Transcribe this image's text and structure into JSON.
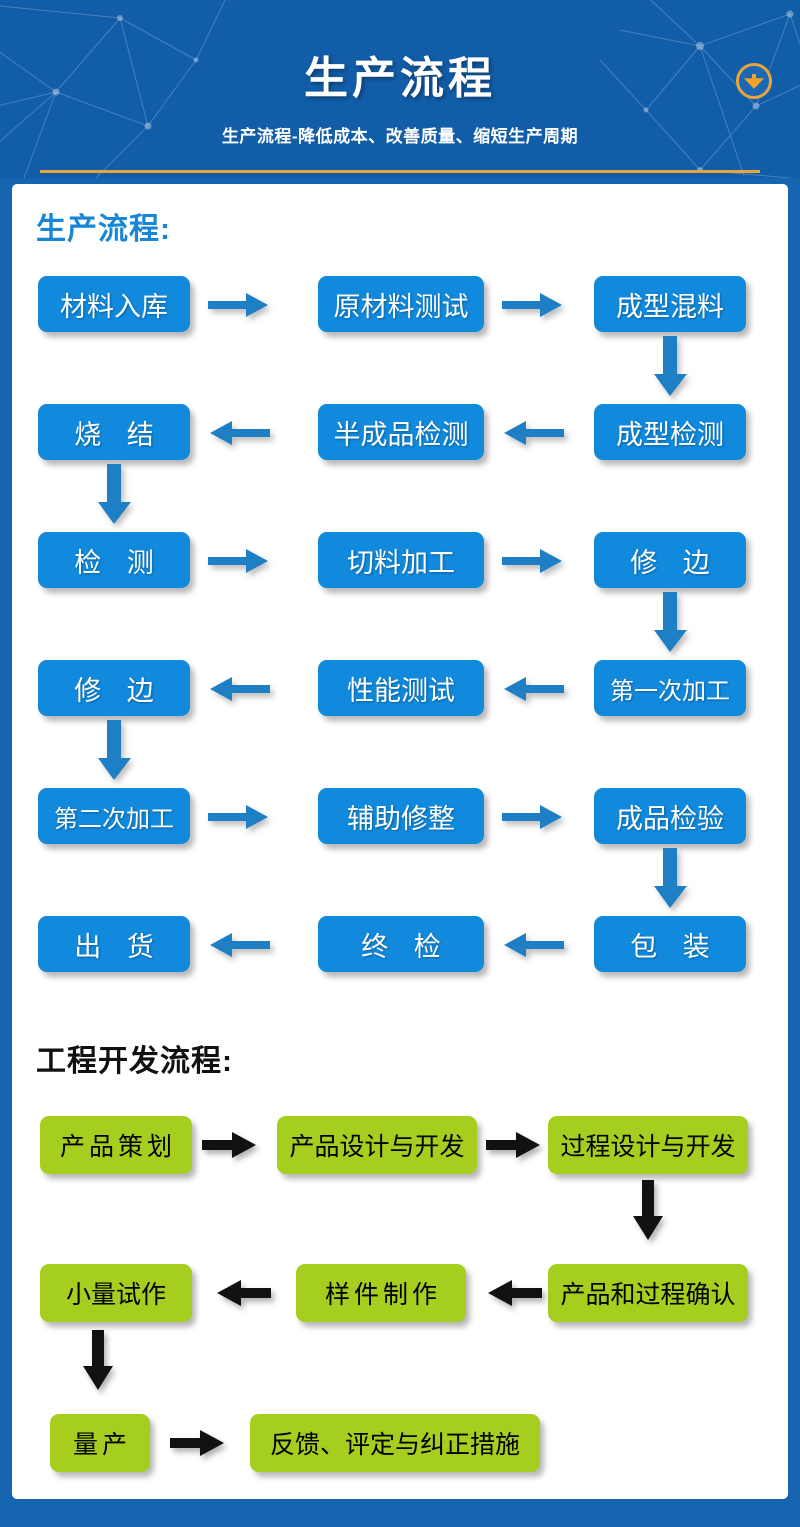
{
  "header": {
    "title": "生产流程",
    "subtitle": "生产流程-降低成本、改善质量、缩短生产周期",
    "download_icon": "download-arrow-icon",
    "accent_color": "#e8a33d",
    "background_color": "#125da8"
  },
  "sections": [
    {
      "id": "production",
      "heading": "生产流程:",
      "heading_color": "#1886d6",
      "node_color": "#1189dd",
      "node_text_color": "#ffffff",
      "arrow_color": "#1886d6",
      "nodes": [
        "材料入库",
        "原材料测试",
        "成型混料",
        "成型检测",
        "半成品检测",
        "烧 结",
        "检 测",
        "切料加工",
        "修 边",
        "第一次加工",
        "性能测试",
        "修 边",
        "第二次加工",
        "辅助修整",
        "成品检验",
        "包 装",
        "终 检",
        "出 货"
      ]
    },
    {
      "id": "engineering",
      "heading": "工程开发流程:",
      "heading_color": "#111111",
      "node_color": "#a6ce1e",
      "node_text_color": "#000000",
      "arrow_color": "#000000",
      "nodes": [
        "产品策划",
        "产品设计与开发",
        "过程设计与开发",
        "产品和过程确认",
        "样件制作",
        "小量试作",
        "量产",
        "反馈、评定与纠正措施"
      ]
    }
  ]
}
